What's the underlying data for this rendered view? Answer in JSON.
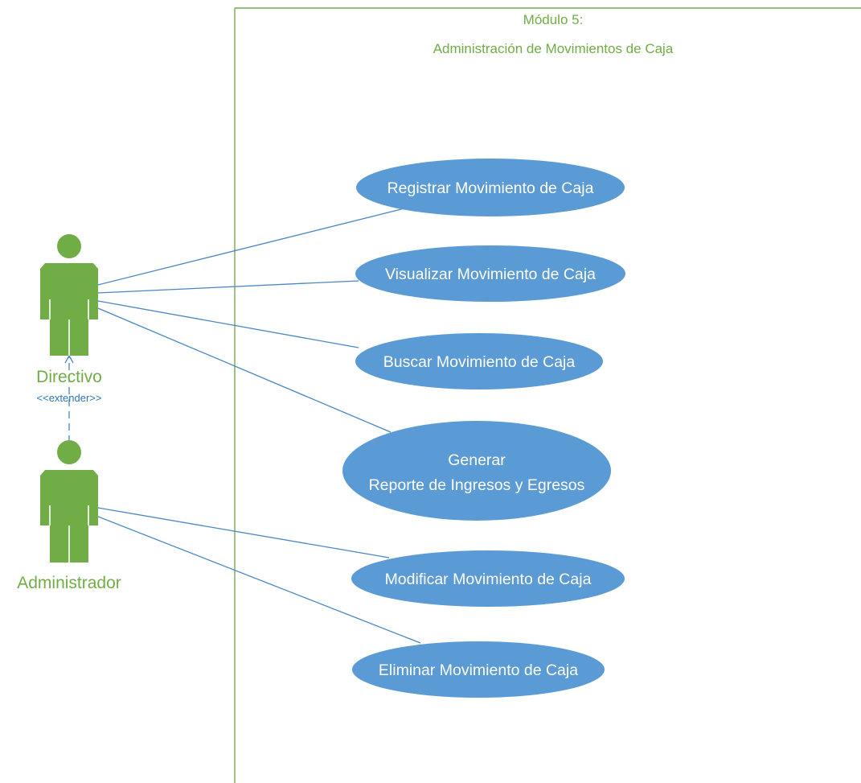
{
  "system": {
    "title_line1": "Módulo 5:",
    "title_line2": "Administración de Movimientos de Caja"
  },
  "actors": {
    "directivo": "Directivo",
    "administrador": "Administrador"
  },
  "relationship": {
    "extend_label": "<<extender>>"
  },
  "use_cases": {
    "registrar": "Registrar Movimiento de Caja",
    "visualizar": "Visualizar Movimiento de Caja",
    "buscar": "Buscar Movimiento de Caja",
    "generar_line1": "Generar",
    "generar_line2": "Reporte de Ingresos y Egresos",
    "modificar": "Modificar Movimiento de Caja",
    "eliminar": "Eliminar Movimiento de Caja"
  },
  "colors": {
    "actor": "#70ad47",
    "use_case_fill": "#5b9bd5",
    "association_line": "#4a86c5",
    "boundary": "#70ad47",
    "title_text": "#70ad47"
  }
}
